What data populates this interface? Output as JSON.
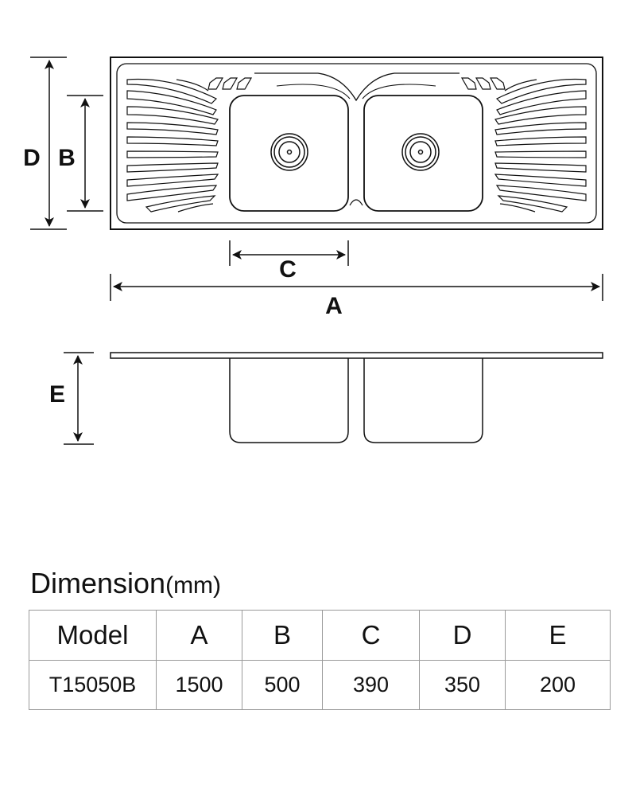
{
  "diagram": {
    "labels": {
      "A": "A",
      "B": "B",
      "C": "C",
      "D": "D",
      "E": "E"
    }
  },
  "table": {
    "title": "Dimension",
    "unit": "(mm)",
    "headers": [
      "Model",
      "A",
      "B",
      "C",
      "D",
      "E"
    ],
    "rows": [
      [
        "T15050B",
        "1500",
        "500",
        "390",
        "350",
        "200"
      ]
    ]
  }
}
